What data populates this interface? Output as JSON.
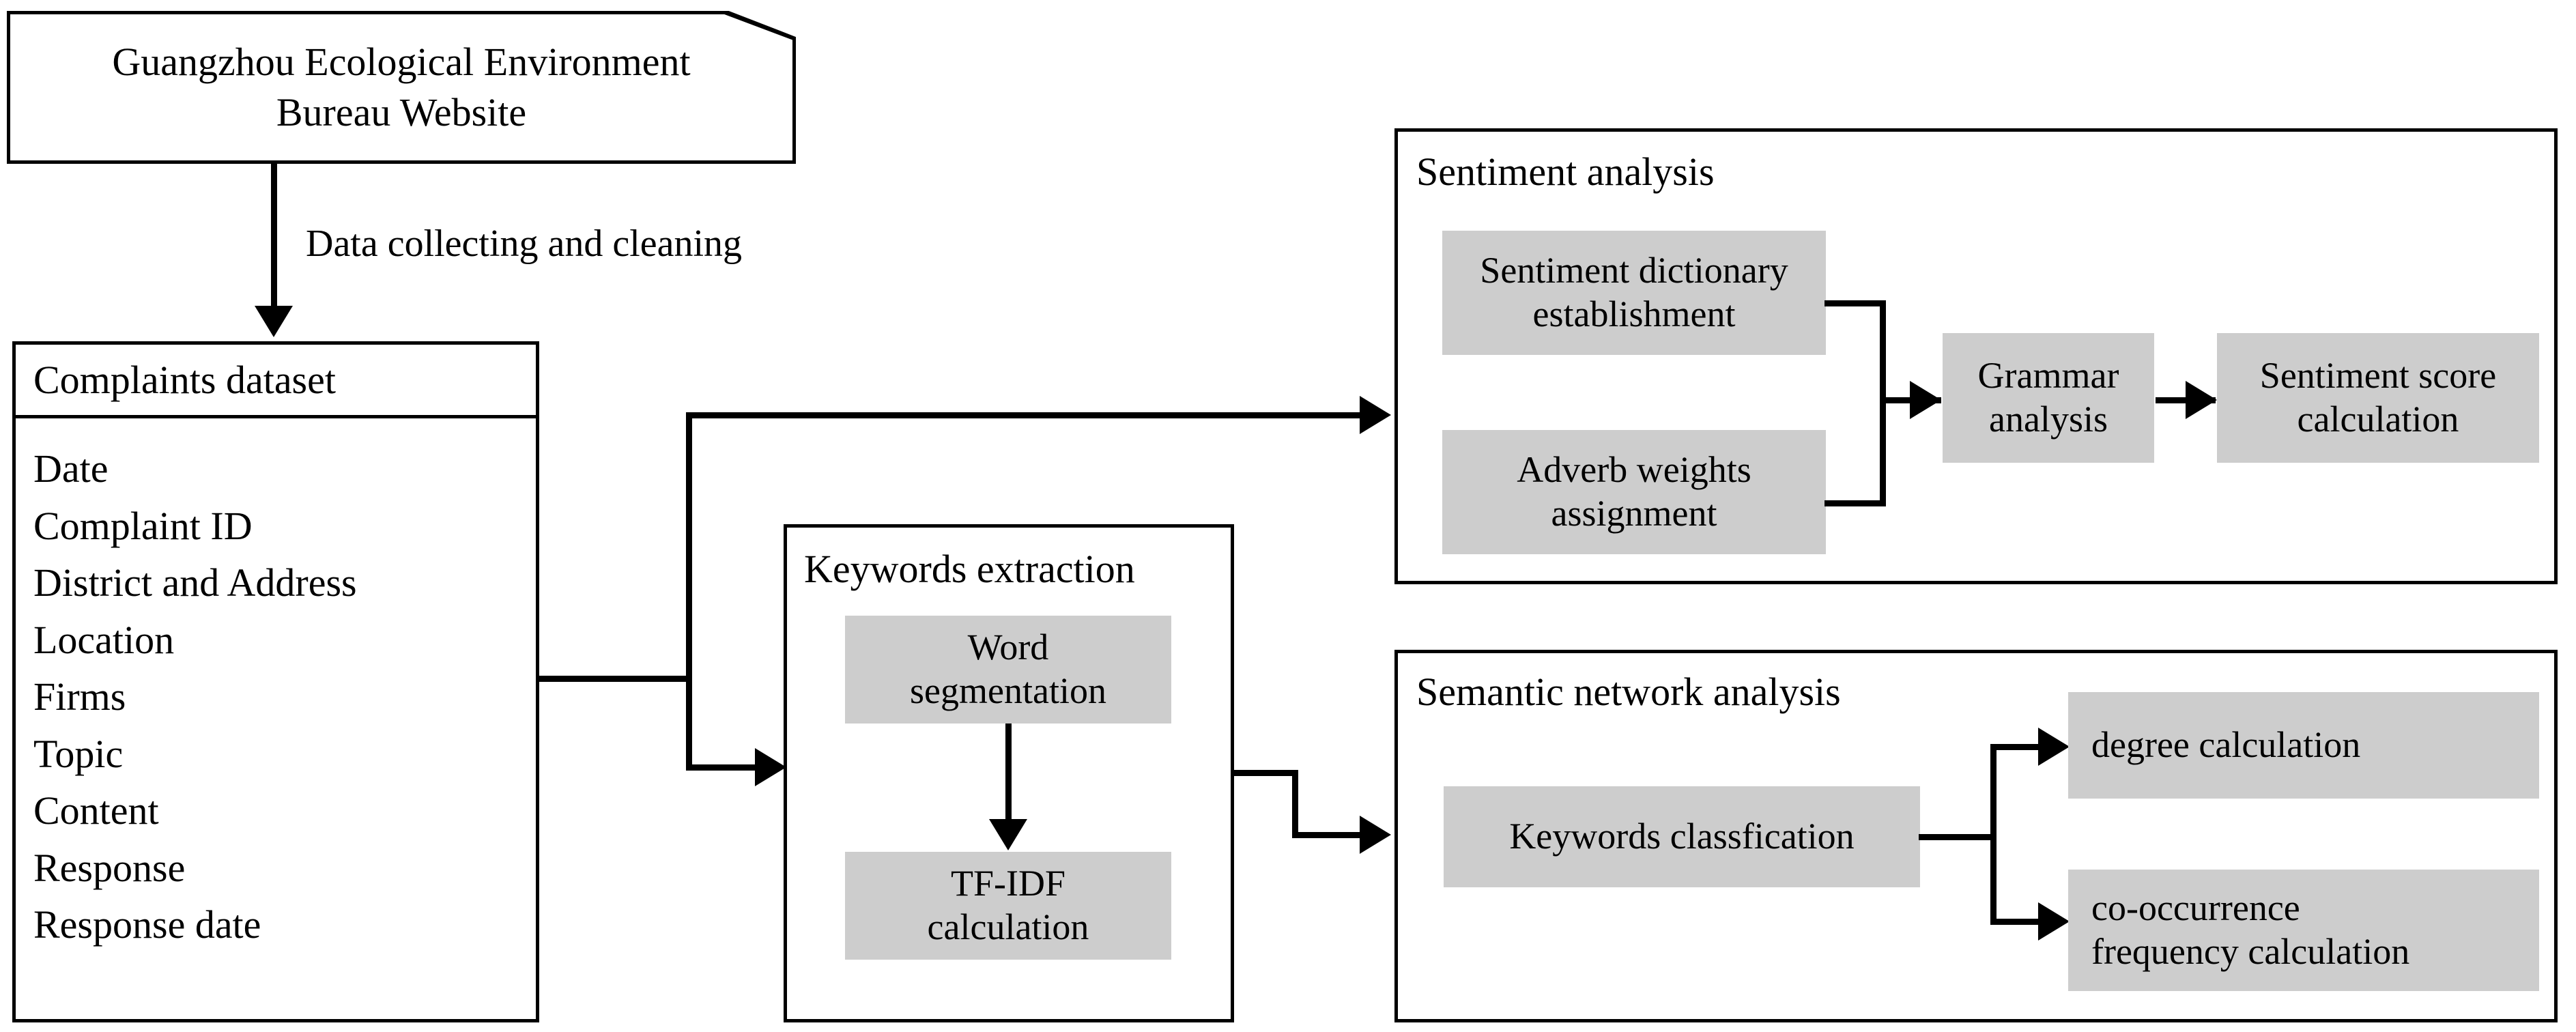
{
  "diagram": {
    "title": "Research framework flowchart",
    "colors": {
      "stroke": "#000000",
      "fill_gray": "#cdcdcd",
      "background": "#ffffff"
    },
    "source": {
      "label_line1": "Guangzhou Ecological Environment",
      "label_line2": "Bureau Website"
    },
    "edges": {
      "data_collecting": "Data collecting and cleaning"
    },
    "dataset": {
      "title": "Complaints dataset",
      "fields": [
        "Date",
        "Complaint ID",
        "District and Address",
        "Location",
        "Firms",
        "Topic",
        "Content",
        "Response",
        "Response date"
      ]
    },
    "sentiment": {
      "title": "Sentiment analysis",
      "steps": {
        "dictionary_line1": "Sentiment dictionary",
        "dictionary_line2": "establishment",
        "adverb_line1": "Adverb weights",
        "adverb_line2": "assignment",
        "grammar_line1": "Grammar",
        "grammar_line2": "analysis",
        "score_line1": "Sentiment score",
        "score_line2": "calculation"
      }
    },
    "keywords": {
      "title": "Keywords extraction",
      "steps": {
        "word_seg_line1": "Word",
        "word_seg_line2": "segmentation",
        "tfidf_line1": "TF-IDF",
        "tfidf_line2": "calculation"
      }
    },
    "semantic": {
      "title": "Semantic network analysis",
      "steps": {
        "classification": "Keywords classfication",
        "degree": "degree calculation",
        "cooccurrence_line1": "co-occurrence",
        "cooccurrence_line2": "frequency calculation"
      }
    }
  }
}
